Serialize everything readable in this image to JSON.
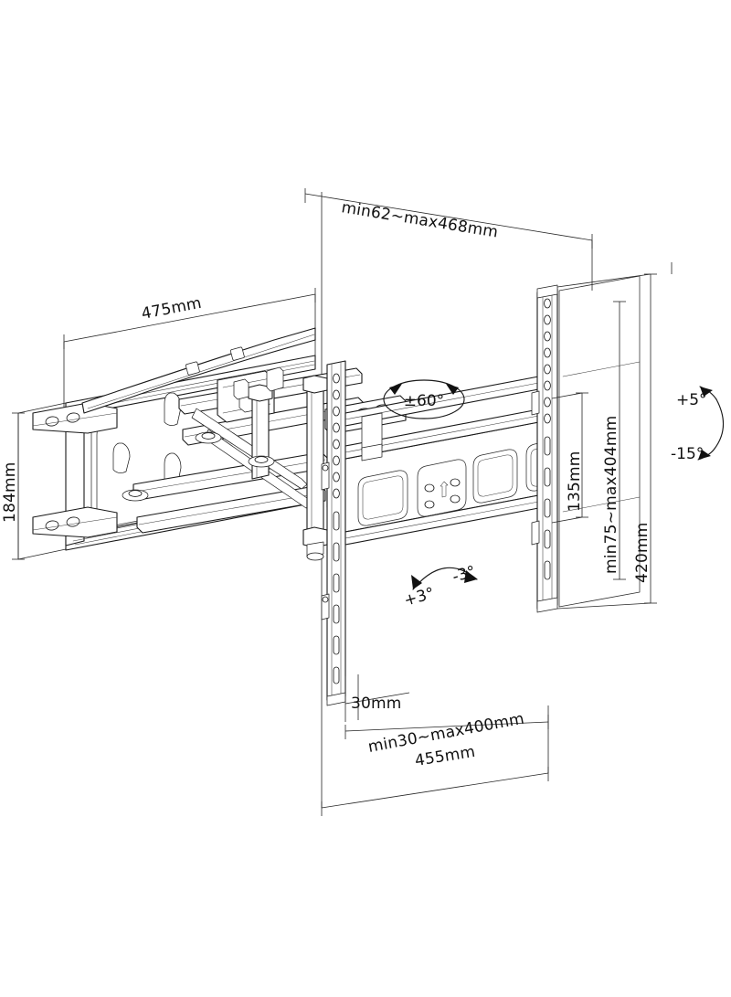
{
  "drawing": {
    "title": "TV wall mount bracket dimensional drawing",
    "background_color": "#ffffff",
    "line_color": "#1a1a1a",
    "text_color": "#111111"
  },
  "dimensions": {
    "extension_depth": "min62~max468mm",
    "wall_plate_width": "475mm",
    "wall_plate_height": "184mm",
    "vesa_height_spacing": "135mm",
    "vesa_height_range": "min75~max404mm",
    "panel_rail_height": "420mm",
    "rail_offset": "30mm",
    "vesa_width_range": "min30~max400mm",
    "panel_rail_width": "455mm"
  },
  "angles": {
    "swivel": "±60°",
    "tilt_up": "+5°",
    "tilt_down": "-15°",
    "level_left": "+3°",
    "level_right": "-3°"
  }
}
